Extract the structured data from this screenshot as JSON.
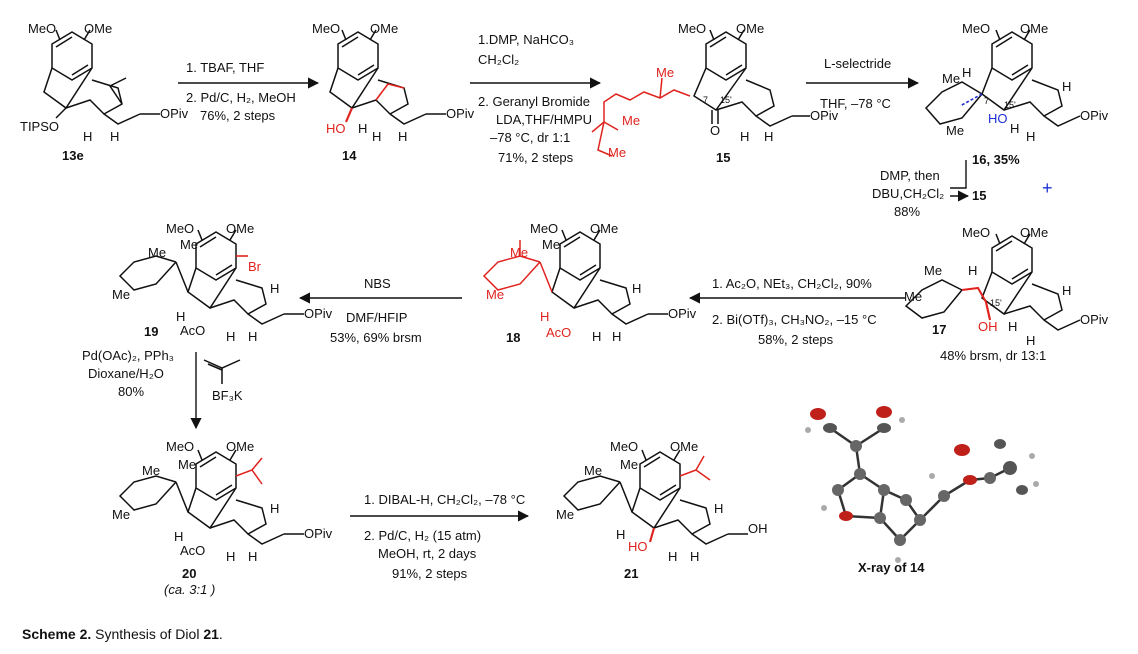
{
  "compounds": {
    "c13e": "13e",
    "c14": "14",
    "c15": "15",
    "c16_35": "16, 35%",
    "c15b": "15",
    "c17": "17",
    "c18": "18",
    "c19": "19",
    "c20": "20",
    "c20_ratio": "(ca. 3:1 )",
    "c21": "21",
    "xray": "X-ray of 14"
  },
  "atoms": {
    "meo": "MeO",
    "ome": "OMe",
    "me": "Me",
    "h": "H",
    "ho": "HO",
    "oh": "OH",
    "opiv": "OPiv",
    "tipso": "TIPSO",
    "aco": "AcO",
    "o": "O",
    "br": "Br",
    "bf3k": "BF₃K",
    "n7": "7",
    "n15": "15'"
  },
  "steps": {
    "s1_a": "1. TBAF, THF",
    "s1_b": "2. Pd/C, H₂, MeOH",
    "s1_c": "76%, 2 steps",
    "s2_a": "1.DMP, NaHCO₃",
    "s2_b": "CH₂Cl₂",
    "s2_c": "2. Geranyl Bromide",
    "s2_d": "LDA,THF/HMPU",
    "s2_e": "–78 °C, dr 1:1",
    "s2_f": "71%, 2 steps",
    "s3_a": "L-selectride",
    "s3_b": "THF, –78 °C",
    "s4_a": "DMP, then",
    "s4_b": "DBU,CH₂Cl₂",
    "s4_c": "88%",
    "plus": "+",
    "s5_a": "1. Ac₂O, NEt₃, CH₂Cl₂, 90%",
    "s5_b": "2. Bi(OTf)₃, CH₃NO₂, –15 °C",
    "s5_c": "58%, 2 steps",
    "s5_d": "48% brsm, dr 13:1",
    "s6_a": "NBS",
    "s6_b": "DMF/HFIP",
    "s6_c": "53%, 69% brsm",
    "s7_a": "Pd(OAc)₂, PPh₃",
    "s7_b": "Dioxane/H₂O",
    "s7_c": "80%",
    "s8_a": "1. DIBAL-H, CH₂Cl₂,  –78 °C",
    "s8_b": "2. Pd/C, H₂ (15 atm)",
    "s8_c": "MeOH, rt, 2 days",
    "s8_d": "91%, 2 steps"
  },
  "caption": {
    "prefix": "Scheme 2.",
    "text": " Synthesis of Diol ",
    "compound": "21",
    "suffix": "."
  },
  "colors": {
    "highlight": "#e0231e",
    "stereo_blue": "#1d2fd6",
    "ink": "#111111",
    "ellipsoid": "#555555",
    "oxygen": "#c0201a"
  }
}
